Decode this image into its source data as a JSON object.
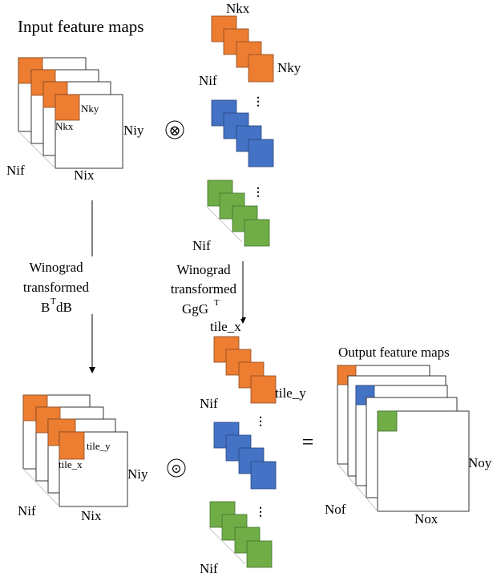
{
  "input_maps": {
    "title": "Input feature maps",
    "label_nky": "Nky",
    "label_nkx": "Nkx",
    "label_niy": "Niy",
    "label_nix": "Nix",
    "label_nif": "Nif"
  },
  "kernels": {
    "label_nkx": "Nkx",
    "label_nky": "Nky",
    "label_nif": "Nif",
    "dots": "⋮",
    "operator": "⊗",
    "colors": {
      "orange": "#ED7D31",
      "blue": "#4472C4",
      "green": "#70AD47"
    }
  },
  "left_transform": {
    "line1": "Winograd",
    "line2": "transformed",
    "formula_main": "B",
    "formula_sup": "T",
    "formula_rest": "dB"
  },
  "right_transform": {
    "line1": "Winograd",
    "line2": "transformed",
    "formula_main": "GgG",
    "formula_sup": "T"
  },
  "transformed_input": {
    "label_tile_y": "tile_y",
    "label_tile_x": "tile_x",
    "label_niy": "Niy",
    "label_nix": "Nix",
    "label_nif": "Nif"
  },
  "transformed_kernels": {
    "label_tile_x": "tile_x",
    "label_tile_y": "tile_y",
    "label_nif_top": "Nif",
    "label_nif_bottom": "Nif",
    "dots": "⋮",
    "operator": "⊙"
  },
  "equals": "=",
  "output_maps": {
    "title": "Output feature maps",
    "label_noy": "Noy",
    "label_nox": "Nox",
    "label_nof": "Nof"
  }
}
